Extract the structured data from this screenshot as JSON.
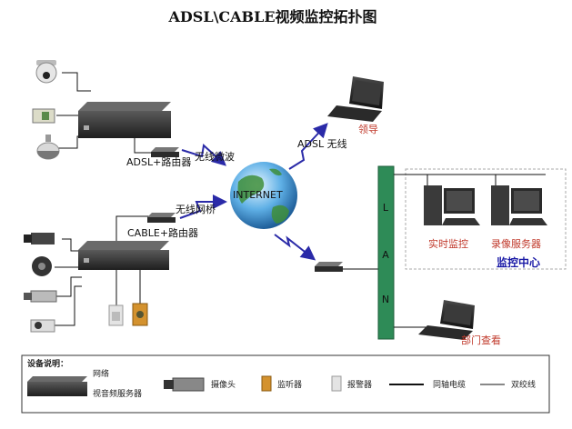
{
  "title": "ADSL\\CABLE视频监控拓扑图",
  "labels": {
    "adsl_router": "ADSL+路由器",
    "cable_router": "CABLE+路由器",
    "wireless_microwave": "无线微波",
    "wireless_bridge": "无线网桥",
    "internet": "INTERNET",
    "adsl_wireless": "ADSL 无线",
    "leader": "领导",
    "realtime_monitor": "实时监控",
    "recording_server": "录像服务器",
    "monitor_center": "监控中心",
    "dept_view": "部门查看",
    "lan": [
      "L",
      "A",
      "N"
    ]
  },
  "legend": {
    "title": "设备说明：",
    "network": "网络",
    "av_server": "视音频服务器",
    "camera": "摄像头",
    "listener": "监听器",
    "alarm": "报警器",
    "coax": "同轴电缆",
    "twisted": "双绞线"
  },
  "colors": {
    "lan_bar": "#2e8b57",
    "arrow": "#2a2aa8",
    "red_text": "#c0392b"
  }
}
